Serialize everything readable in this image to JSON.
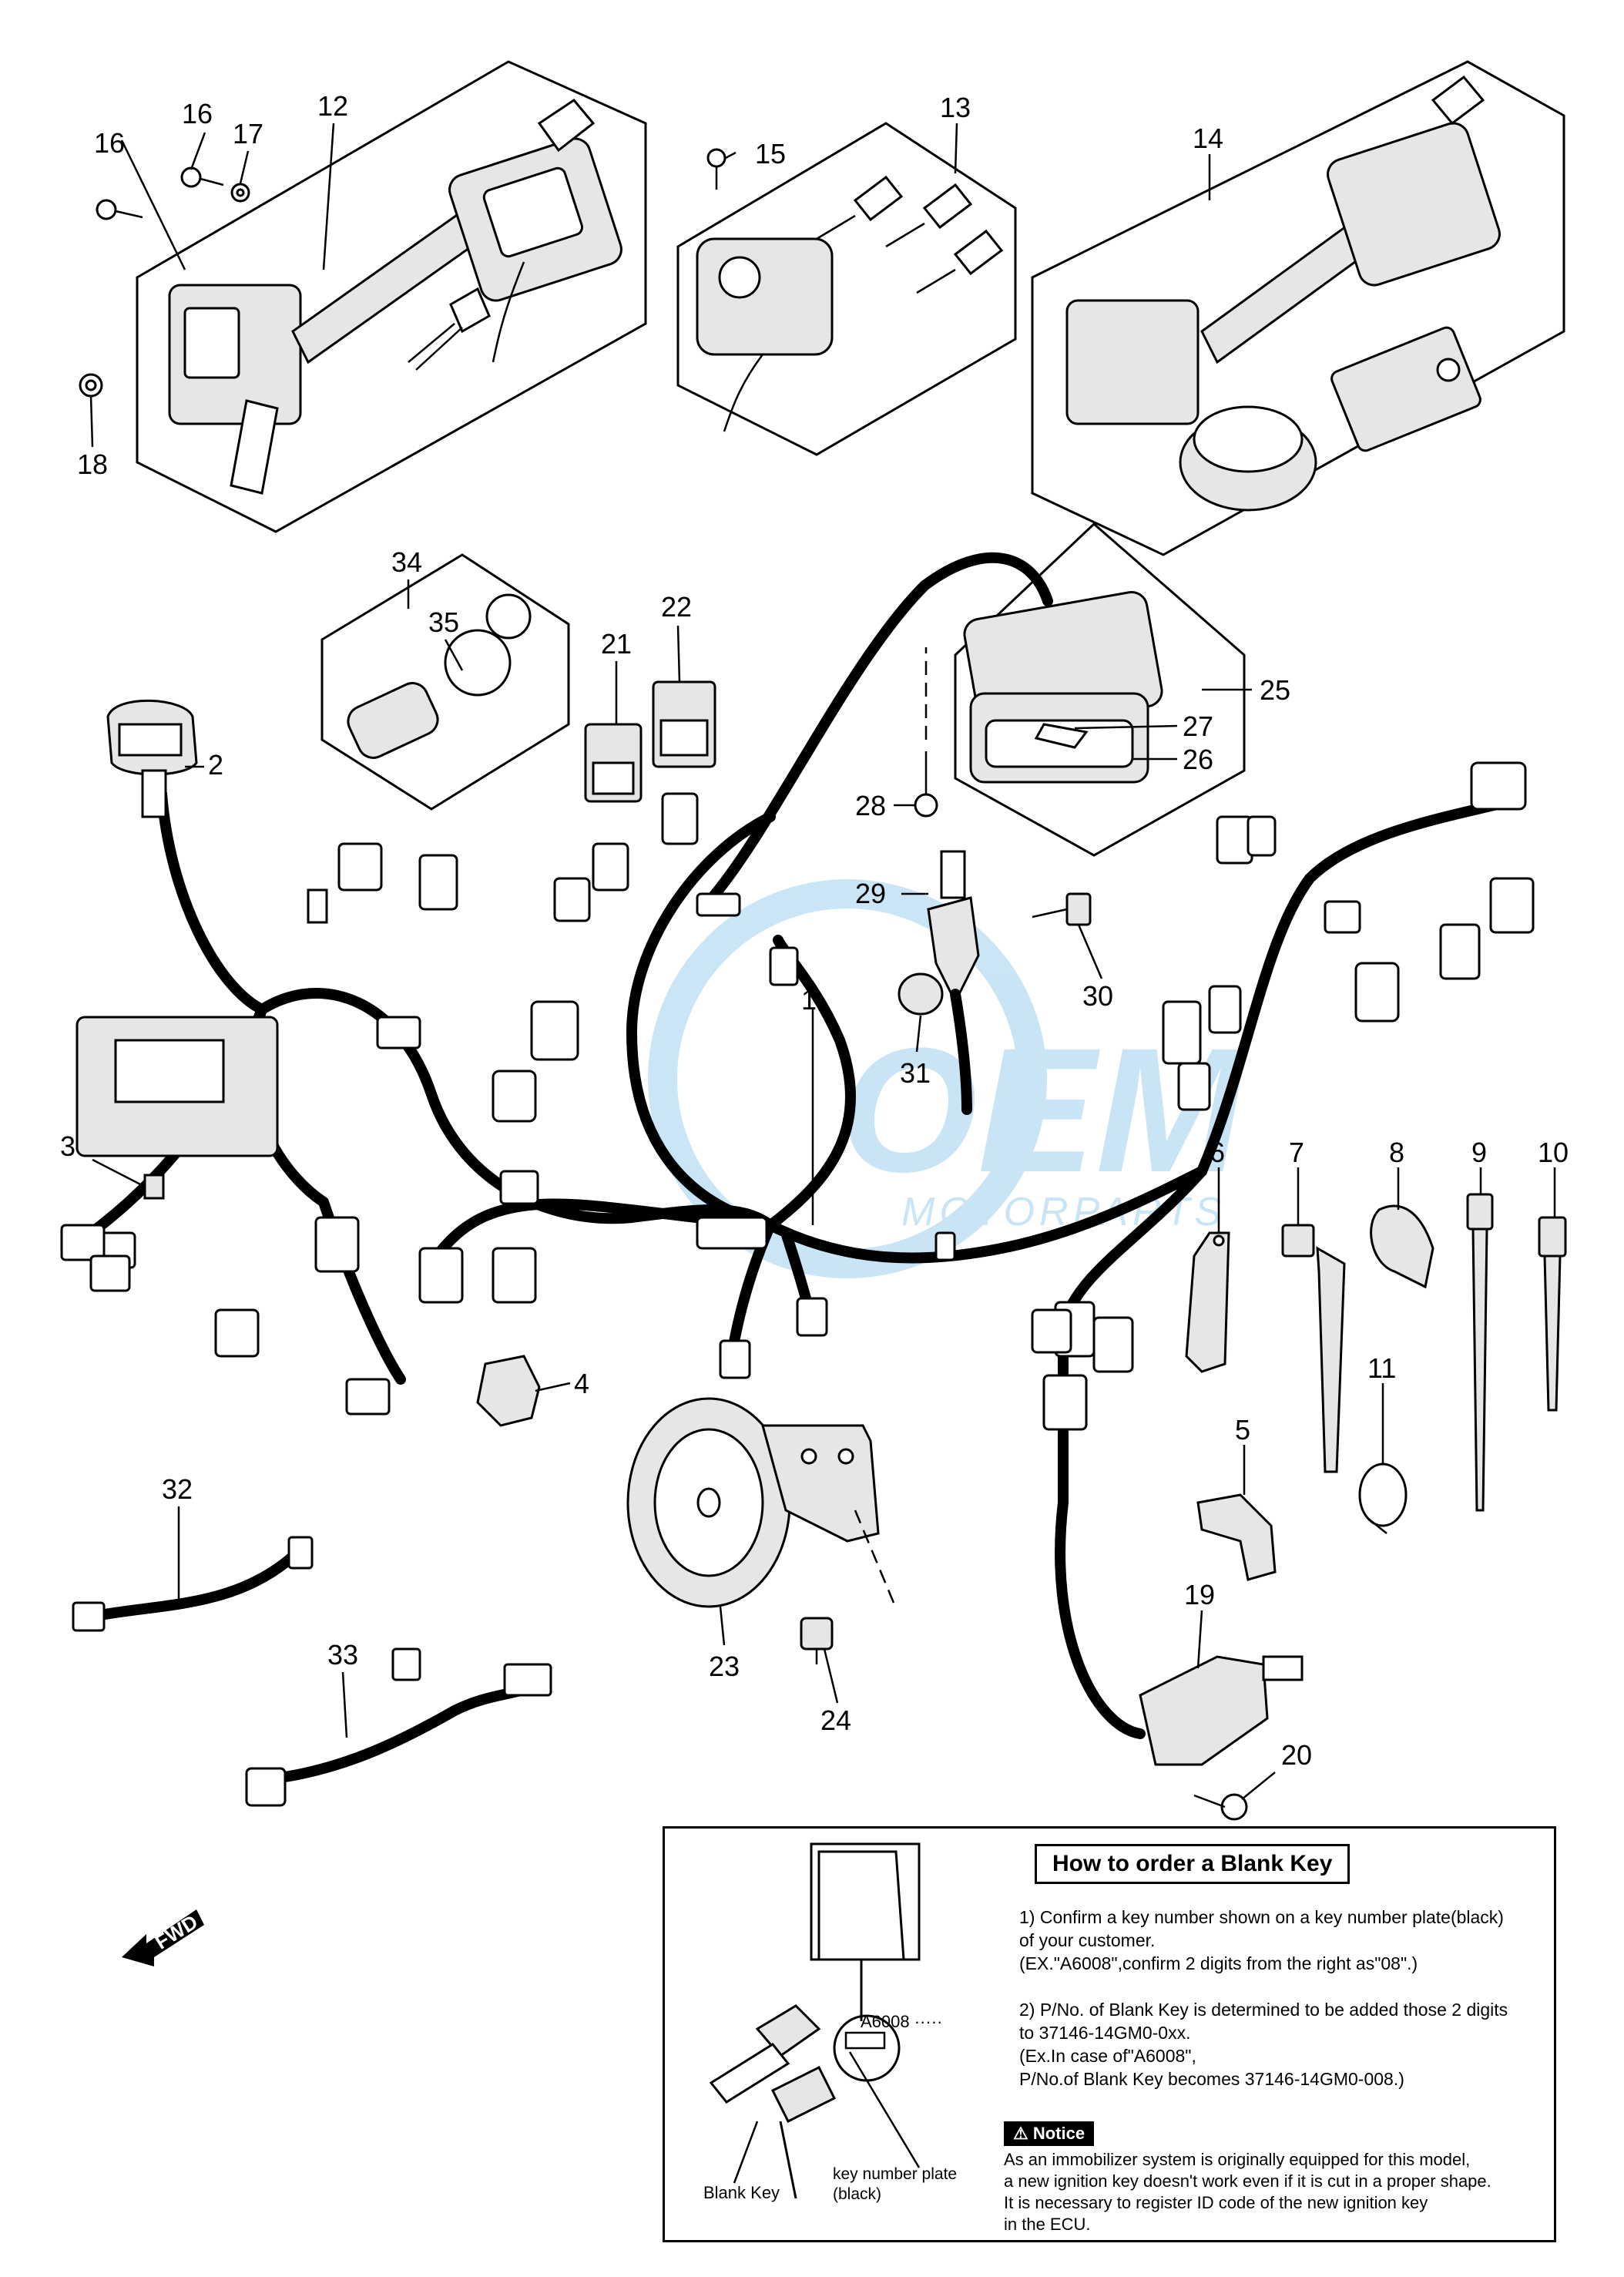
{
  "callouts": [
    "1",
    "2",
    "3",
    "4",
    "5",
    "6",
    "7",
    "8",
    "9",
    "10",
    "11",
    "12",
    "13",
    "14",
    "15",
    "16",
    "16",
    "17",
    "18",
    "19",
    "20",
    "21",
    "22",
    "23",
    "24",
    "25",
    "26",
    "27",
    "28",
    "29",
    "30",
    "31",
    "32",
    "33",
    "34",
    "35"
  ],
  "panel": {
    "title": "How to order a Blank Key",
    "step1": "1) Confirm a key number shown on a key number plate(black)\n of your customer.\n(EX.\"A6008\",confirm 2 digits from the right as\"08\".)",
    "step2": "2) P/No. of Blank Key is determined to be added those 2 digits\n to 37146-14GM0-0xx.\n(Ex.In case of\"A6008\",\n P/No.of Blank Key becomes 37146-14GM0-008.)",
    "notice_tag": "⚠ Notice",
    "notice_text": "As an immobilizer system is originally equipped for this model,\na new ignition key doesn't work even if it is cut in a proper shape.\nIt is necessary to register ID code of the new ignition key\nin the ECU.",
    "plate_code": "A6008 ·····",
    "plate_label": "key number plate\n(black)",
    "blank_key_label": "Blank Key"
  },
  "fwd_label": "FWD",
  "watermark": {
    "brand": "OEM",
    "sub": "MOTORPARTS",
    "color": "#5aaee0"
  }
}
